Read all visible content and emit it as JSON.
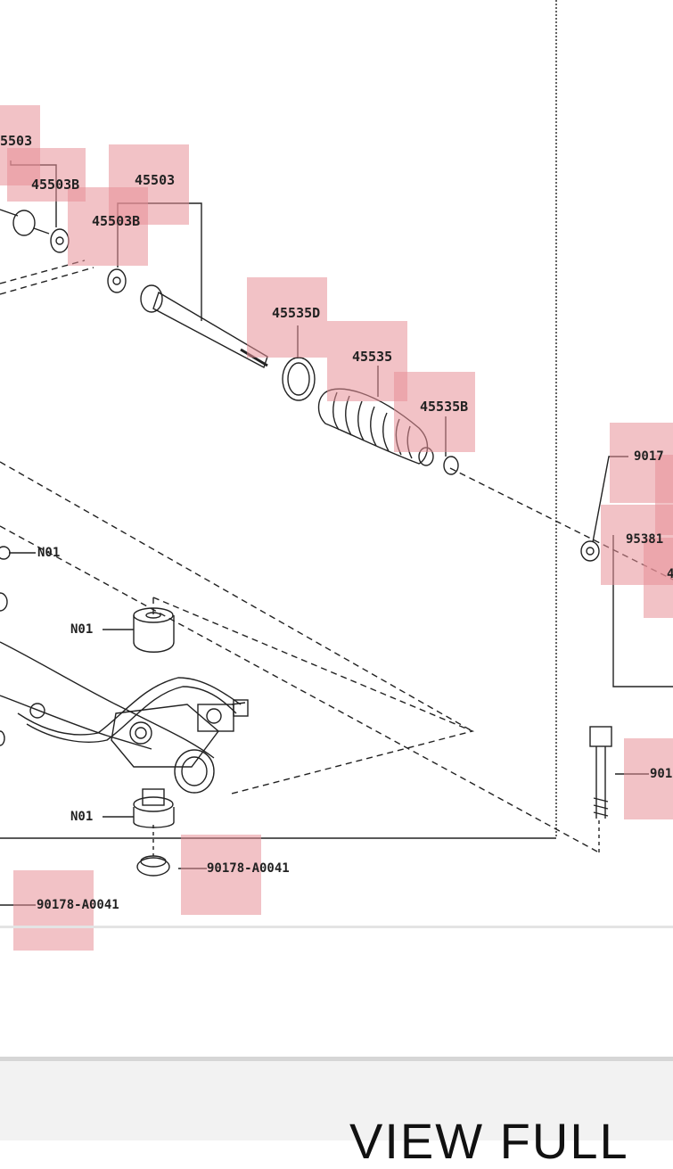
{
  "diagram": {
    "labels": {
      "l45503_a": "5503",
      "l45503b_a": "45503B",
      "l45503_b": "45503",
      "l45503b_b": "45503B",
      "l45535d": "45535D",
      "l45535": "45535",
      "l45535b": "45535B",
      "l9017": "9017",
      "l95381": "95381",
      "l4": "4",
      "l901": "901",
      "n01_a": "N01",
      "n01_b": "N01",
      "n01_c": "N01",
      "l90178_a": "90178-A0041",
      "l90178_b": "90178-A0041"
    },
    "highlight_color": "#e88f97"
  },
  "bottom": {
    "view_full_label": "VIEW FULL"
  }
}
